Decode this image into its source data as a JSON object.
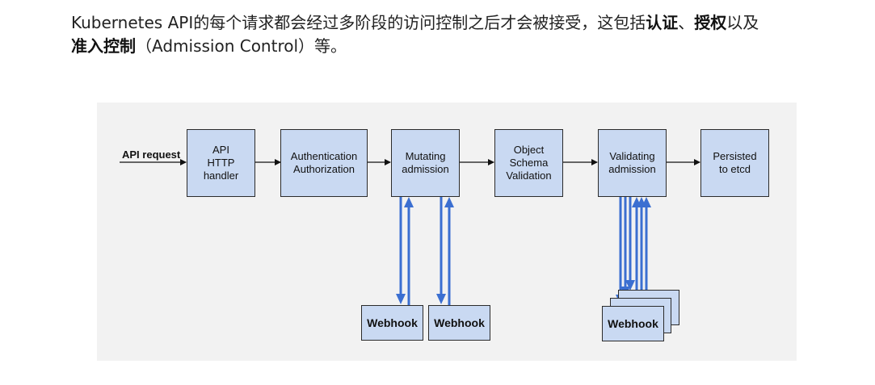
{
  "intro": {
    "part1": "Kubernetes API的每个请求都会经过多阶段的访问控制之后才会被接受，这包括",
    "auth": "认证",
    "sep": "、",
    "authz": "授权",
    "part2": "以及",
    "admission": "准入控制",
    "part3": "（Admission Control）等。"
  },
  "diagram": {
    "request_label": "API request",
    "nodes": [
      {
        "id": "api-http-handler",
        "label": "API\nHTTP\nhandler"
      },
      {
        "id": "authn-authz",
        "label": "Authentication\nAuthorization"
      },
      {
        "id": "mutating-admission",
        "label": "Mutating\nadmission"
      },
      {
        "id": "object-schema-validation",
        "label": "Object\nSchema\nValidation"
      },
      {
        "id": "validating-admission",
        "label": "Validating\nadmission"
      },
      {
        "id": "persisted-etcd",
        "label": "Persisted\nto etcd"
      }
    ],
    "webhooks": [
      "Webhook",
      "Webhook",
      "Webhook"
    ],
    "colors": {
      "node_fill": "#c9d9f2",
      "arrow_blue": "#3b6fd1",
      "background": "#f2f2f2"
    }
  }
}
